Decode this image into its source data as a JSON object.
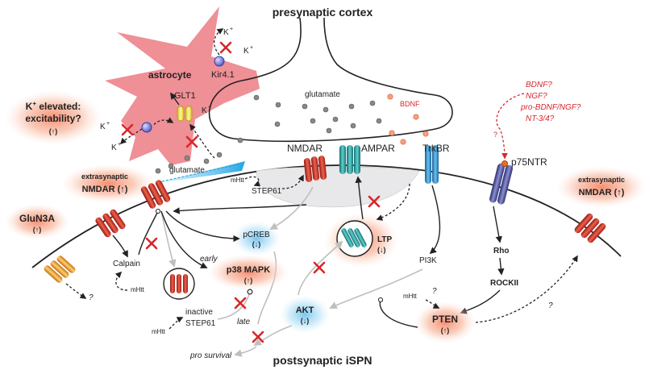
{
  "titles": {
    "top": "presynaptic cortex",
    "bottom": "postsynaptic iSPN"
  },
  "astrocyte": {
    "label": "astrocyte",
    "kir": "Kir4.1",
    "glt1": "GLT1",
    "k_plus": "K",
    "k_sup": "+"
  },
  "labels": {
    "glutamate_pre": "glutamate",
    "glutamate_cleft": "glutamate",
    "bdnf": "BDNF",
    "nmdar": "NMDAR",
    "ampar": "AMPAR",
    "trkbr": "TrkBR",
    "p75ntr": "p75NTR",
    "step61": "STEP61",
    "mhtt": "mHtt",
    "calpain": "Calpain",
    "early": "early",
    "late": "late",
    "pi3k": "PI3K",
    "rho": "Rho",
    "rockii": "ROCKII",
    "inactive": "inactive",
    "inactive_step61": "STEP61",
    "pro_survival": "pro survival",
    "question": "?"
  },
  "neurotrophins": [
    "BDNF?",
    "NGF?",
    "pro-BDNF/NGF?",
    "NT-3/4?"
  ],
  "blobs": {
    "k_elevated_1": "K",
    "k_elevated_sup": "+",
    "k_elevated_2": " elevated:",
    "excitability": "excitability?",
    "up": "(↑)",
    "down": "(↓)",
    "extra_nmdar_1": "extrasynaptic",
    "extra_nmdar_2": "NMDAR (↑)",
    "glun3a": "GluN3A",
    "ltp": "LTP",
    "pcreb": "pCREB",
    "p38": "p38 MAPK",
    "akt": "AKT",
    "pten": "PTEN"
  },
  "colors": {
    "astrocyte": "#ef8f96",
    "salmon_glow": "#f7a78a",
    "blue_glow": "#9fd3f0",
    "nmdar": "#d8322c",
    "ampar": "#2aa3a4",
    "trkbr": "#2a8fd0",
    "p75ntr": "#4a4ea0",
    "glun3a": "#f0a030",
    "red_text": "#d8262b"
  }
}
